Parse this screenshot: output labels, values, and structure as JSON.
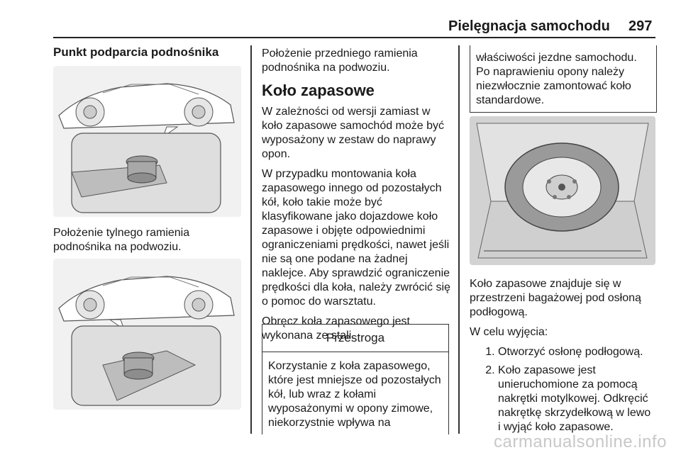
{
  "header": {
    "title": "Pielęgnacja samochodu",
    "page": "297"
  },
  "col1": {
    "heading": "Punkt podparcia podnośnika",
    "caption1": "Położenie tylnego ramienia podnośnika na podwoziu."
  },
  "col2": {
    "intro": "Położenie przedniego ramienia podnośnika na podwoziu.",
    "heading": "Koło zapasowe",
    "p1": "W zależności od wersji zamiast w koło zapasowe samochód może być wyposażony w zestaw do naprawy opon.",
    "p2": "W przypadku montowania koła zapasowego innego od pozostałych kół, koło takie może być klasyfikowane jako dojazdowe koło zapasowe i objęte odpowiednimi ograniczeniami prędkości, nawet jeśli nie są one podane na żadnej naklejce. Aby sprawdzić ograniczenie prędkości dla koła, należy zwrócić się o pomoc do warsztatu.",
    "p3": "Obręcz koła zapasowego jest wykonana ze stali.",
    "caution": {
      "title": "Przestroga",
      "body": "Korzystanie z koła zapasowego, które jest mniejsze od pozostałych kół, lub wraz z kołami wyposażonymi w opony zimowe, niekorzystnie wpływa na"
    }
  },
  "col3": {
    "note": "właściwości jezdne samochodu. Po naprawieniu opony należy niezwłocznie zamontować koło standardowe.",
    "p1": "Koło zapasowe znajduje się w przestrzeni bagażowej pod osłoną podłogową.",
    "p2": "W celu wyjęcia:",
    "steps": [
      "Otworzyć osłonę podłogową.",
      "Koło zapasowe jest unieruchomione za pomocą nakrętki motylkowej. Odkręcić nakrętkę skrzydełkową w lewo i wyjąć koło zapasowe."
    ]
  },
  "watermark": "carmanualsonline.info"
}
